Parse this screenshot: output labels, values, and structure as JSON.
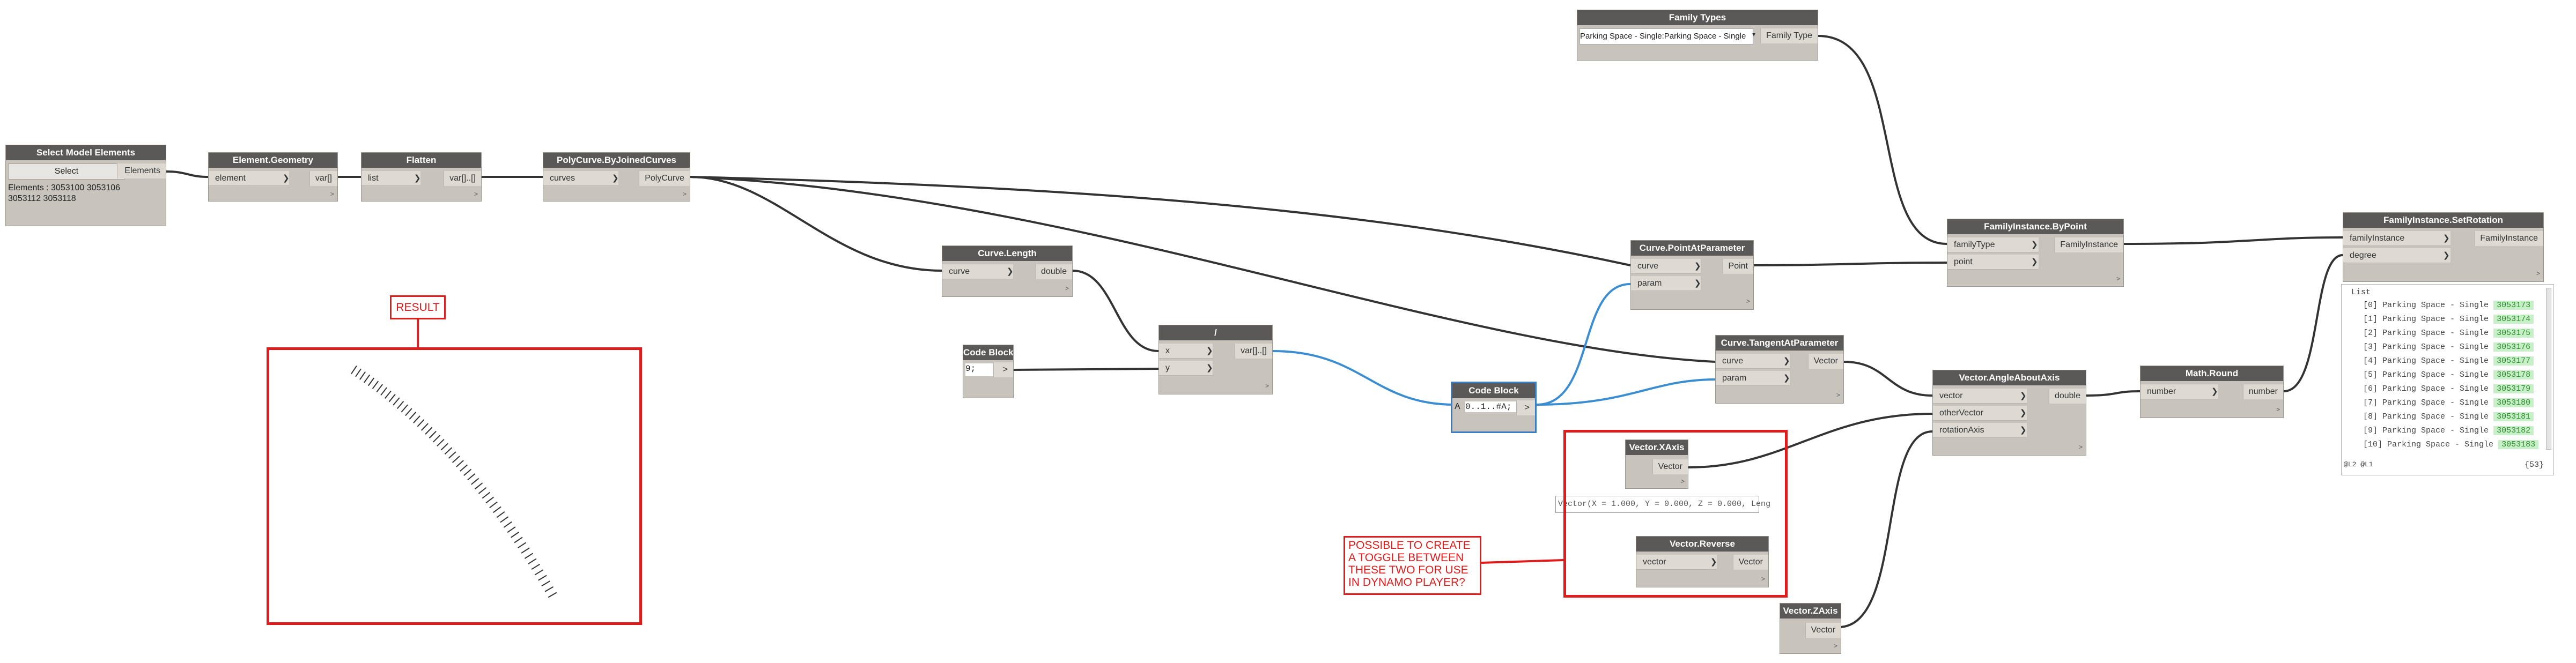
{
  "nodes": {
    "select_model_elements": {
      "title": "Select Model Elements",
      "button_label": "Select",
      "output": "Elements",
      "elements_text": "Elements : 3053100 3053106\n3053112 3053118"
    },
    "element_geometry": {
      "title": "Element.Geometry",
      "input": "element",
      "output": "var[]",
      "footer": ">"
    },
    "flatten": {
      "title": "Flatten",
      "input": "list",
      "output": "var[]..[]",
      "footer": ">"
    },
    "polycurve": {
      "title": "PolyCurve.ByJoinedCurves",
      "input": "curves",
      "output": "PolyCurve",
      "footer": ">"
    },
    "curve_length": {
      "title": "Curve.Length",
      "input": "curve",
      "output": "double",
      "footer": ">"
    },
    "code_block_9": {
      "title": "Code Block",
      "code": "9;",
      "output": ">"
    },
    "divide": {
      "title": "/",
      "input_x": "x",
      "input_y": "y",
      "output": "var[]..[]",
      "footer": ">"
    },
    "code_block_range": {
      "title": "Code Block",
      "code": "0..1..#A;",
      "input": "A",
      "output": ">"
    },
    "family_types": {
      "title": "Family Types",
      "dropdown_value": "Parking Space - Single:Parking Space - Single",
      "output": "Family Type"
    },
    "point_at_parameter": {
      "title": "Curve.PointAtParameter",
      "input_curve": "curve",
      "input_param": "param",
      "output": "Point",
      "footer": ">"
    },
    "tangent_at_parameter": {
      "title": "Curve.TangentAtParameter",
      "input_curve": "curve",
      "input_param": "param",
      "output": "Vector",
      "footer": ">"
    },
    "family_by_point": {
      "title": "FamilyInstance.ByPoint",
      "input_family": "familyType",
      "input_point": "point",
      "output": "FamilyInstance",
      "footer": ">"
    },
    "angle_about_axis": {
      "title": "Vector.AngleAboutAxis",
      "input_vector": "vector",
      "input_other": "otherVector",
      "input_axis": "rotationAxis",
      "output": "double",
      "footer": ">"
    },
    "math_round": {
      "title": "Math.Round",
      "input": "number",
      "output": "number",
      "footer": ">"
    },
    "set_rotation": {
      "title": "FamilyInstance.SetRotation",
      "input_family": "familyInstance",
      "input_degree": "degree",
      "output": "FamilyInstance",
      "footer": ">"
    },
    "vector_xaxis": {
      "title": "Vector.XAxis",
      "output": "Vector",
      "footer": ">"
    },
    "xaxis_preview": "Vector(X = 1.000, Y = 0.000, Z = 0.000, Leng",
    "vector_reverse": {
      "title": "Vector.Reverse",
      "input": "vector",
      "output": "Vector",
      "footer": ">"
    },
    "vector_zaxis": {
      "title": "Vector.ZAxis",
      "output": "Vector",
      "footer": ">"
    }
  },
  "watch": {
    "header": "List",
    "items": [
      {
        "index": "[0]",
        "name": "Parking Space - Single",
        "id": "3053173"
      },
      {
        "index": "[1]",
        "name": "Parking Space - Single",
        "id": "3053174"
      },
      {
        "index": "[2]",
        "name": "Parking Space - Single",
        "id": "3053175"
      },
      {
        "index": "[3]",
        "name": "Parking Space - Single",
        "id": "3053176"
      },
      {
        "index": "[4]",
        "name": "Parking Space - Single",
        "id": "3053177"
      },
      {
        "index": "[5]",
        "name": "Parking Space - Single",
        "id": "3053178"
      },
      {
        "index": "[6]",
        "name": "Parking Space - Single",
        "id": "3053179"
      },
      {
        "index": "[7]",
        "name": "Parking Space - Single",
        "id": "3053180"
      },
      {
        "index": "[8]",
        "name": "Parking Space - Single",
        "id": "3053181"
      },
      {
        "index": "[9]",
        "name": "Parking Space - Single",
        "id": "3053182"
      },
      {
        "index": "[10]",
        "name": "Parking Space - Single",
        "id": "3053183"
      }
    ],
    "footer_left": "@L2 @L1",
    "footer_right": "{53}"
  },
  "annotations": {
    "result_label": "RESULT",
    "toggle_question": "POSSIBLE TO CREATE\nA TOGGLE BETWEEN\nTHESE TWO FOR USE\nIN DYNAMO PLAYER?"
  },
  "colors": {
    "node_header": "#5a5957",
    "node_body": "#c8c4bd",
    "wire": "#333333",
    "wire_selected": "#3a8dd0",
    "annotation_red": "#e01b1b",
    "selection_blue": "#3a7dc2"
  },
  "result_preview": {
    "stroke_count": 53
  }
}
